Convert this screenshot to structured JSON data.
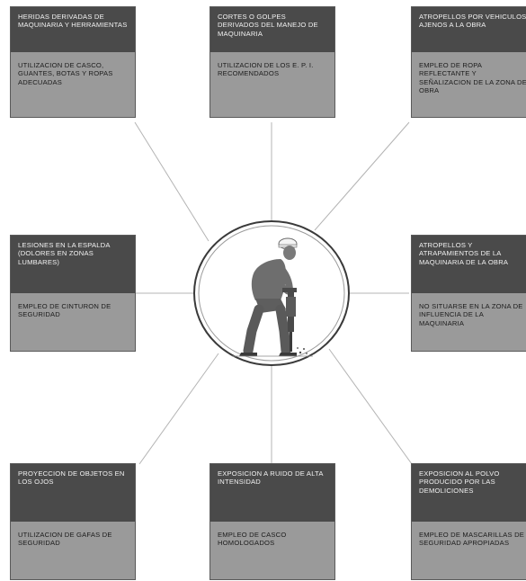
{
  "cards": [
    {
      "risk": "HERIDAS DERIVADAS DE MAQUINARIA Y HERRAMIENTAS",
      "measure": "UTILIZACION DE CASCO, GUANTES, BOTAS Y ROPAS ADECUADAS"
    },
    {
      "risk": "CORTES O GOLPES DERIVADOS DEL MANEJO DE MAQUINARIA",
      "measure": "UTILIZACION DE LOS E. P. I. RECOMENDADOS"
    },
    {
      "risk": "ATROPELLOS POR VEHICULOS AJENOS A LA OBRA",
      "measure": "EMPLEO DE ROPA REFLECTANTE Y SEÑALIZACION DE LA ZONA DE OBRA"
    },
    {
      "risk": "LESIONES EN LA ESPALDA (DOLORES EN ZONAS LUMBARES)",
      "measure": "EMPLEO DE CINTURON DE SEGURIDAD"
    },
    {
      "risk": "ATROPELLOS Y ATRAPAMIENTOS DE LA MAQUINARIA DE LA OBRA",
      "measure": "NO SITUARSE EN LA ZONA DE INFLUENCIA DE LA MAQUINARIA"
    },
    {
      "risk": "PROYECCION DE OBJETOS EN LOS OJOS",
      "measure": "UTILIZACION DE GAFAS DE SEGURIDAD"
    },
    {
      "risk": "EXPOSICION A RUIDO DE ALTA INTENSIDAD",
      "measure": "EMPLEO DE CASCO HOMOLOGADOS"
    },
    {
      "risk": "EXPOSICION AL POLVO PRODUCIDO POR LAS DEMOLICIONES",
      "measure": "EMPLEO DE MASCARILLAS DE SEGURIDAD APROPIADAS"
    }
  ],
  "center_image": "worker-with-jackhammer-icon",
  "colors": {
    "risk_bg": "#4a4a4a",
    "measure_bg": "#9a9a9a",
    "connector": "#b0b0b0"
  }
}
